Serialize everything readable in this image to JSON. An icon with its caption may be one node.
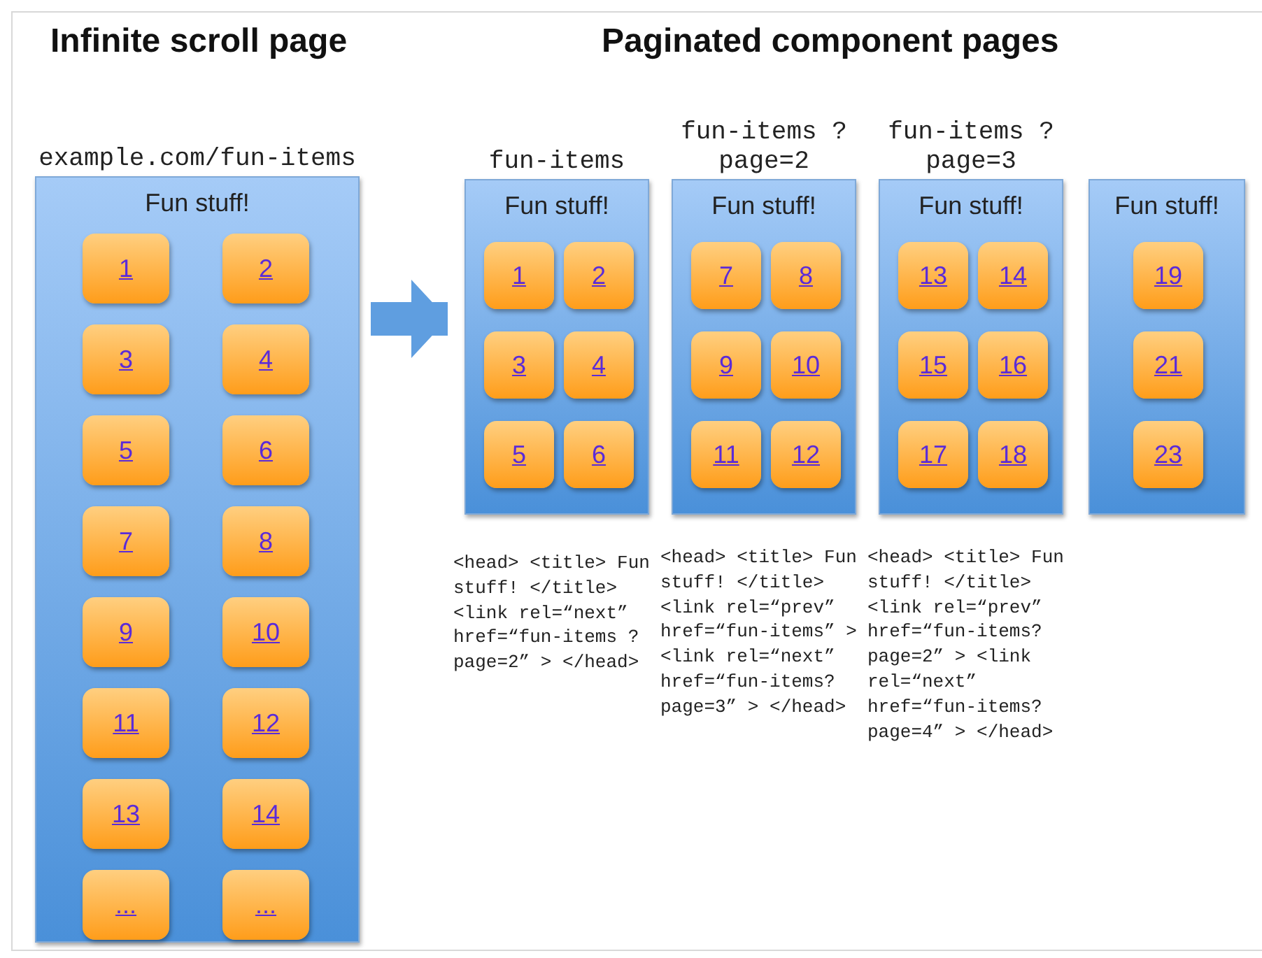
{
  "diagram": {
    "nodes": [
      {
        "text": [
          "example.com/fun-items",
          "Fun stuff!"
        ]
      },
      {
        "text": [
          "1"
        ],
        "in": 0
      },
      {
        "text": [
          "2"
        ],
        "in": 0
      },
      {
        "text": [
          "3"
        ],
        "in": 0
      },
      {
        "text": [
          "4"
        ],
        "in": 0
      },
      {
        "text": [
          "5"
        ],
        "in": 0
      },
      {
        "text": [
          "6"
        ],
        "in": 0
      },
      {
        "text": [
          "7"
        ],
        "in": 0
      },
      {
        "text": [
          "8"
        ],
        "in": 0
      },
      {
        "text": [
          "9"
        ],
        "in": 0
      },
      {
        "text": [
          "10"
        ],
        "in": 0
      },
      {
        "text": [
          "11"
        ],
        "in": 0
      },
      {
        "text": [
          "12"
        ],
        "in": 0
      },
      {
        "text": [
          "13"
        ],
        "in": 0
      },
      {
        "text": [
          "14"
        ],
        "in": 0
      },
      {
        "text": [
          "..."
        ],
        "in": 0
      },
      {
        "text": [
          "..."
        ],
        "in": 0
      },
      {
        "text": [
          "fun-items",
          "Fun stuff!"
        ],
        "beside": [
          "<head> <title> Fun stuff! </title> <link rel=“next” href=“fun-items ?page=2” > </head>"
        ]
      },
      {
        "text": [
          "1"
        ],
        "in": 17
      },
      {
        "text": [
          "2"
        ],
        "in": 17
      },
      {
        "text": [
          "3"
        ],
        "in": 17
      },
      {
        "text": [
          "4"
        ],
        "in": 17
      },
      {
        "text": [
          "5"
        ],
        "in": 17
      },
      {
        "text": [
          "6"
        ],
        "in": 17
      },
      {
        "text": [
          "fun-items ?page=2",
          "Fun stuff!"
        ],
        "beside": [
          "<head> <title> Fun stuff! </title> <link rel=“prev” href=“fun-items” > <link rel=“next” href=“fun-items?page=3” > </head>"
        ]
      },
      {
        "text": [
          "7"
        ],
        "in": 24
      },
      {
        "text": [
          "8"
        ],
        "in": 24
      },
      {
        "text": [
          "9"
        ],
        "in": 24
      },
      {
        "text": [
          "10"
        ],
        "in": 24
      },
      {
        "text": [
          "11"
        ],
        "in": 24
      },
      {
        "text": [
          "12"
        ],
        "in": 24
      },
      {
        "text": [
          "fun-items ?page=3",
          "Fun stuff!"
        ],
        "beside": [
          "<head> <title> Fun stuff! </title> <link rel=“prev” href=“fun-items?page=2” > <link rel=“next” href=“fun-items?page=4” > </head>"
        ]
      },
      {
        "text": [
          "13"
        ],
        "in": 31
      },
      {
        "text": [
          "14"
        ],
        "in": 31
      },
      {
        "text": [
          "15"
        ],
        "in": 31
      },
      {
        "text": [
          "16"
        ],
        "in": 31
      },
      {
        "text": [
          "17"
        ],
        "in": 31
      },
      {
        "text": [
          "18"
        ],
        "in": 31
      },
      {
        "text": [
          "Fun stuff!"
        ]
      },
      {
        "text": [
          "19"
        ],
        "in": 38
      },
      {
        "text": [
          "21"
        ],
        "in": 38
      },
      {
        "text": [
          "23"
        ],
        "in": 38
      }
    ],
    "edges": [
      {
        "from": 0,
        "to": 17,
        "arrow": "to"
      }
    ],
    "labels": [
      "Infinite scroll page",
      "Paginated component pages"
    ]
  }
}
